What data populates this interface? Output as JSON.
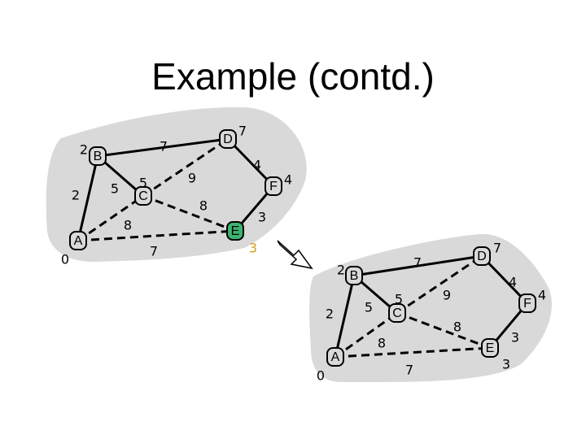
{
  "title": "Example (contd.)",
  "colors": {
    "background": "#ffffff",
    "blob": "#d9d9d9",
    "node_fill": "#d9d9d9",
    "highlight_node": "#3cb371",
    "highlight_text": "#d4a017",
    "edge": "#000000"
  },
  "arrow_icon": "hollow-arrow-down-right",
  "graph_before": {
    "nodes": [
      {
        "id": "A",
        "label": "A",
        "dist": "0"
      },
      {
        "id": "B",
        "label": "B",
        "dist": "2"
      },
      {
        "id": "C",
        "label": "C",
        "dist": "5"
      },
      {
        "id": "D",
        "label": "D",
        "dist": "7"
      },
      {
        "id": "E",
        "label": "E",
        "dist": "3"
      },
      {
        "id": "F",
        "label": "F",
        "dist": "4"
      }
    ],
    "edges": [
      {
        "from": "A",
        "to": "B",
        "weight": "2",
        "style": "solid"
      },
      {
        "from": "B",
        "to": "D",
        "weight": "7",
        "style": "solid"
      },
      {
        "from": "B",
        "to": "C",
        "weight": "5",
        "style": "solid"
      },
      {
        "from": "D",
        "to": "F",
        "weight": "4",
        "style": "solid"
      },
      {
        "from": "F",
        "to": "E",
        "weight": "3",
        "style": "solid"
      },
      {
        "from": "C",
        "to": "D",
        "weight": "9",
        "style": "dashed"
      },
      {
        "from": "C",
        "to": "E",
        "weight": "8",
        "style": "dashed"
      },
      {
        "from": "A",
        "to": "C",
        "weight": "8",
        "style": "dashed"
      },
      {
        "from": "A",
        "to": "E",
        "weight": "7",
        "style": "dashed"
      }
    ],
    "highlight_node": "E"
  },
  "graph_after": {
    "nodes": [
      {
        "id": "A",
        "label": "A",
        "dist": "0"
      },
      {
        "id": "B",
        "label": "B",
        "dist": "2"
      },
      {
        "id": "C",
        "label": "C",
        "dist": "5"
      },
      {
        "id": "D",
        "label": "D",
        "dist": "7"
      },
      {
        "id": "E",
        "label": "E",
        "dist": "3"
      },
      {
        "id": "F",
        "label": "F",
        "dist": "4"
      }
    ],
    "edges": [
      {
        "from": "A",
        "to": "B",
        "weight": "2",
        "style": "solid"
      },
      {
        "from": "B",
        "to": "D",
        "weight": "7",
        "style": "solid"
      },
      {
        "from": "B",
        "to": "C",
        "weight": "5",
        "style": "solid"
      },
      {
        "from": "D",
        "to": "F",
        "weight": "4",
        "style": "solid"
      },
      {
        "from": "F",
        "to": "E",
        "weight": "3",
        "style": "solid"
      },
      {
        "from": "C",
        "to": "D",
        "weight": "9",
        "style": "dashed"
      },
      {
        "from": "C",
        "to": "E",
        "weight": "8",
        "style": "dashed"
      },
      {
        "from": "A",
        "to": "C",
        "weight": "8",
        "style": "dashed"
      },
      {
        "from": "A",
        "to": "E",
        "weight": "7",
        "style": "dashed"
      }
    ],
    "highlight_node": ""
  }
}
